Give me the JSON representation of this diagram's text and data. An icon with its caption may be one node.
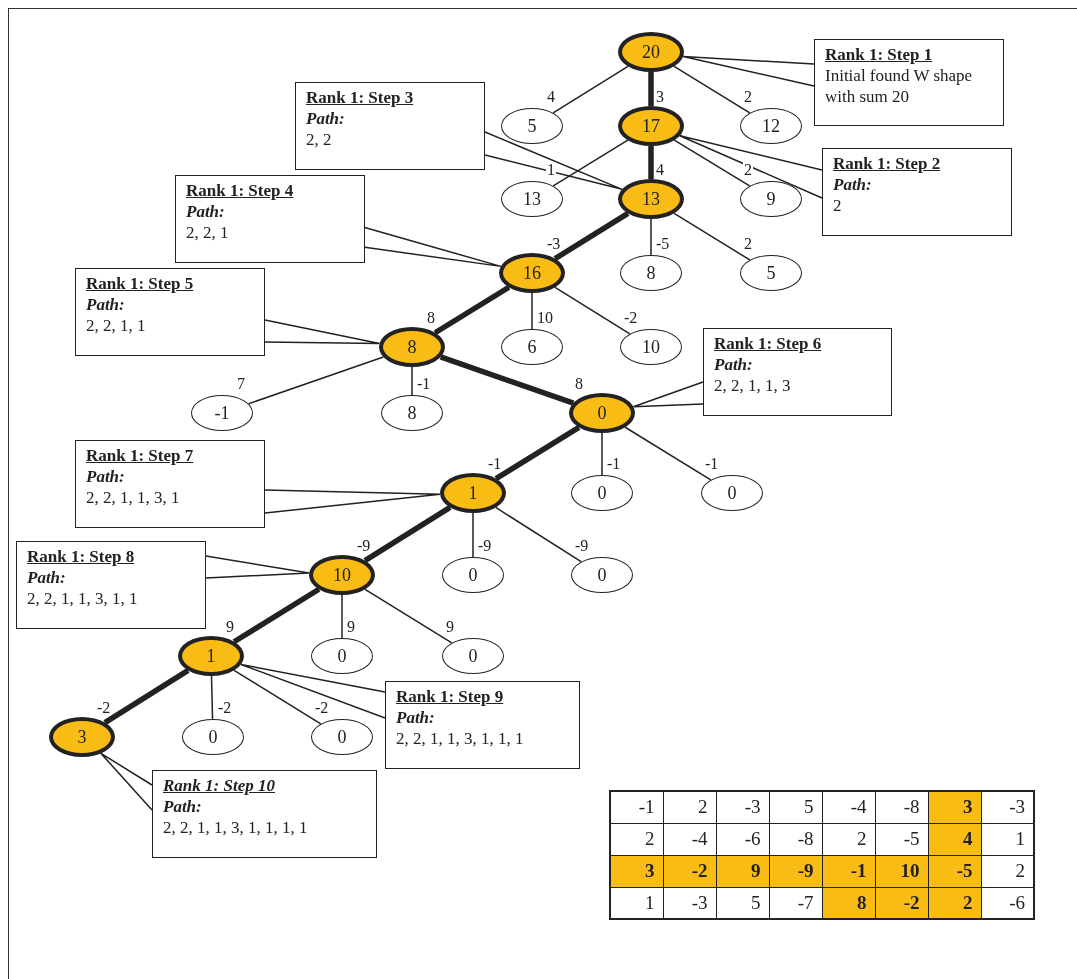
{
  "diagram": {
    "nodes": [
      {
        "text": [
          "20"
        ]
      },
      {
        "text": [
          "Rank 1: Step 1",
          "Initial found W shape with sum 20"
        ]
      },
      {
        "text": [
          "Rank 1: Step 3",
          "Path:",
          "2, 2"
        ]
      },
      {
        "text": [
          "5"
        ]
      },
      {
        "text": [
          "17"
        ]
      },
      {
        "text": [
          "12"
        ]
      },
      {
        "text": [
          "Rank 1: Step 2",
          "Path:",
          "2"
        ]
      },
      {
        "text": [
          "Rank 1: Step 4",
          "Path:",
          "2, 2, 1"
        ]
      },
      {
        "text": [
          "13"
        ]
      },
      {
        "text": [
          "13"
        ]
      },
      {
        "text": [
          "9"
        ]
      },
      {
        "text": [
          "16"
        ]
      },
      {
        "text": [
          "8"
        ]
      },
      {
        "text": [
          "5"
        ]
      },
      {
        "text": [
          "Rank 1: Step 5",
          "Path:",
          "2, 2, 1, 1"
        ]
      },
      {
        "text": [
          "8"
        ]
      },
      {
        "text": [
          "6"
        ]
      },
      {
        "text": [
          "10"
        ]
      },
      {
        "text": [
          "Rank 1: Step 6",
          "Path:",
          "2, 2, 1, 1, 3"
        ]
      },
      {
        "text": [
          "-1"
        ]
      },
      {
        "text": [
          "8"
        ]
      },
      {
        "text": [
          "0"
        ]
      },
      {
        "text": [
          "Rank 1: Step 7",
          "Path:",
          "2, 2, 1, 1, 3, 1"
        ]
      },
      {
        "text": [
          "1"
        ]
      },
      {
        "text": [
          "0"
        ]
      },
      {
        "text": [
          "0"
        ]
      },
      {
        "text": [
          "Rank 1: Step 8",
          "Path:",
          "2, 2, 1, 1, 3, 1, 1"
        ]
      },
      {
        "text": [
          "10"
        ]
      },
      {
        "text": [
          "0"
        ]
      },
      {
        "text": [
          "0"
        ]
      },
      {
        "text": [
          "1"
        ]
      },
      {
        "text": [
          "0"
        ]
      },
      {
        "text": [
          "0"
        ]
      },
      {
        "text": [
          "Rank 1: Step 9",
          "Path:",
          "2, 2, 1, 1, 3, 1, 1, 1"
        ]
      },
      {
        "text": [
          "3"
        ]
      },
      {
        "text": [
          "0"
        ]
      },
      {
        "text": [
          "0"
        ]
      },
      {
        "text": [
          "Rank 1: Step 10",
          "Path:",
          "2, 2, 1, 1, 3, 1, 1, 1, 1"
        ]
      }
    ],
    "edges": [
      {
        "from": 0,
        "to": 3,
        "arrow": "none",
        "label": "4"
      },
      {
        "from": 0,
        "to": 4,
        "arrow": "none",
        "label": "3",
        "style": "thick"
      },
      {
        "from": 0,
        "to": 5,
        "arrow": "none",
        "label": "2"
      },
      {
        "from": 4,
        "to": 8,
        "arrow": "none",
        "label": "1"
      },
      {
        "from": 4,
        "to": 9,
        "arrow": "none",
        "label": "4",
        "style": "thick"
      },
      {
        "from": 4,
        "to": 10,
        "arrow": "none",
        "label": "2"
      },
      {
        "from": 9,
        "to": 11,
        "arrow": "none",
        "label": "-3",
        "style": "thick"
      },
      {
        "from": 9,
        "to": 12,
        "arrow": "none",
        "label": "-5"
      },
      {
        "from": 9,
        "to": 13,
        "arrow": "none",
        "label": "2"
      },
      {
        "from": 11,
        "to": 15,
        "arrow": "none",
        "label": "8",
        "style": "thick"
      },
      {
        "from": 11,
        "to": 16,
        "arrow": "none",
        "label": "10"
      },
      {
        "from": 11,
        "to": 17,
        "arrow": "none",
        "label": "-2"
      },
      {
        "from": 15,
        "to": 19,
        "arrow": "none",
        "label": "7"
      },
      {
        "from": 15,
        "to": 20,
        "arrow": "none",
        "label": "-1"
      },
      {
        "from": 15,
        "to": 21,
        "arrow": "none",
        "label": "8",
        "style": "thick"
      },
      {
        "from": 21,
        "to": 23,
        "arrow": "none",
        "label": "-1",
        "style": "thick"
      },
      {
        "from": 21,
        "to": 24,
        "arrow": "none",
        "label": "-1"
      },
      {
        "from": 21,
        "to": 25,
        "arrow": "none",
        "label": "-1"
      },
      {
        "from": 23,
        "to": 27,
        "arrow": "none",
        "label": "-9",
        "style": "thick"
      },
      {
        "from": 23,
        "to": 28,
        "arrow": "none",
        "label": "-9"
      },
      {
        "from": 23,
        "to": 29,
        "arrow": "none",
        "label": "-9"
      },
      {
        "from": 27,
        "to": 30,
        "arrow": "none",
        "label": "9",
        "style": "thick"
      },
      {
        "from": 27,
        "to": 31,
        "arrow": "none",
        "label": "9"
      },
      {
        "from": 27,
        "to": 32,
        "arrow": "none",
        "label": "9"
      },
      {
        "from": 30,
        "to": 34,
        "arrow": "none",
        "label": "-2",
        "style": "thick"
      },
      {
        "from": 30,
        "to": 35,
        "arrow": "none",
        "label": "-2"
      },
      {
        "from": 30,
        "to": 36,
        "arrow": "none",
        "label": "-2"
      },
      {
        "from": 1,
        "to": 0,
        "arrow": "none"
      },
      {
        "from": 6,
        "to": 4,
        "arrow": "none"
      },
      {
        "from": 2,
        "to": 9,
        "arrow": "none"
      },
      {
        "from": 7,
        "to": 11,
        "arrow": "none"
      },
      {
        "from": 14,
        "to": 15,
        "arrow": "none"
      },
      {
        "from": 18,
        "to": 21,
        "arrow": "none"
      },
      {
        "from": 22,
        "to": 23,
        "arrow": "none"
      },
      {
        "from": 26,
        "to": 27,
        "arrow": "none"
      },
      {
        "from": 33,
        "to": 30,
        "arrow": "none"
      },
      {
        "from": 37,
        "to": 34,
        "arrow": "none"
      }
    ],
    "labels": [
      "-1",
      "2",
      "-3",
      "5",
      "-4",
      "-8",
      "3",
      "-3",
      "2",
      "-4",
      "-6",
      "-8",
      "2",
      "-5",
      "4",
      "1",
      "3",
      "-2",
      "9",
      "-9",
      "-1",
      "10",
      "-5",
      "2",
      "1",
      "-3",
      "5",
      "-7",
      "8",
      "-2",
      "2",
      "-6"
    ]
  }
}
